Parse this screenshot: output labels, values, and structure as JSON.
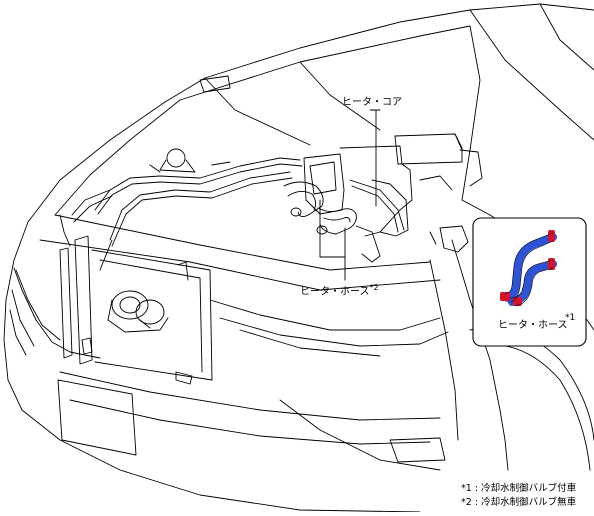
{
  "labels": {
    "heater_core": "ヒータ・コア",
    "heater_hose": "ヒータ・ホース",
    "heater_hose_ref": "*2",
    "inset_heater_hose": "ヒータ・ホース",
    "inset_ref": "*1"
  },
  "notes": [
    {
      "ref": "*1",
      "sep": ":",
      "text": "冷却水制御バルブ付車"
    },
    {
      "ref": "*2",
      "sep": ":",
      "text": "冷却水制御バルブ無車"
    }
  ],
  "colors": {
    "hose_blue": "#2f53d6",
    "clamp_red": "#d8122b",
    "line": "#000000"
  }
}
